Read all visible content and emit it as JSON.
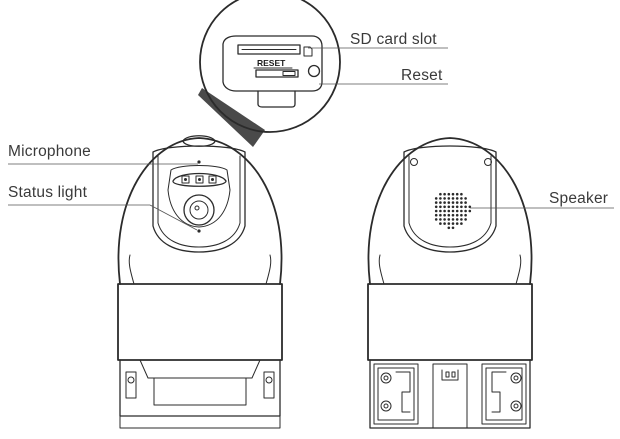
{
  "labels": {
    "sd_card_slot": "SD card slot",
    "reset": "Reset",
    "microphone": "Microphone",
    "status_light": "Status light",
    "speaker": "Speaker"
  },
  "device_print": {
    "reset_text": "RESET"
  }
}
